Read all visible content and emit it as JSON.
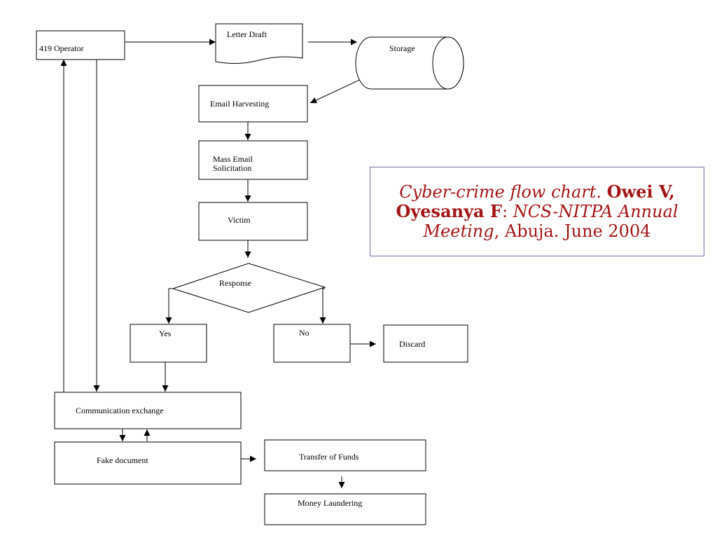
{
  "nodes": {
    "operator": "419 Operator",
    "letter_draft": "Letter Draft",
    "storage": "Storage",
    "email_harvesting": "Email Harvesting",
    "mass_email_line1": "Mass Email",
    "mass_email_line2": "Solicitation",
    "victim": "Victim",
    "response": "Response",
    "yes": "Yes",
    "no": "No",
    "discard": "Discard",
    "communication_exchange": "Communication exchange",
    "fake_document": "Fake document",
    "transfer_of_funds": "Transfer of Funds",
    "money_laundering": "Money Laundering"
  },
  "caption": {
    "part1": "Cyber-crime flow chart",
    "part2": ". ",
    "part3": "Owei V, Oyesanya F",
    "part4": ": ",
    "part5": "NCS-NITPA Annual Meeting",
    "part6": ", Abuja. June 2004"
  }
}
